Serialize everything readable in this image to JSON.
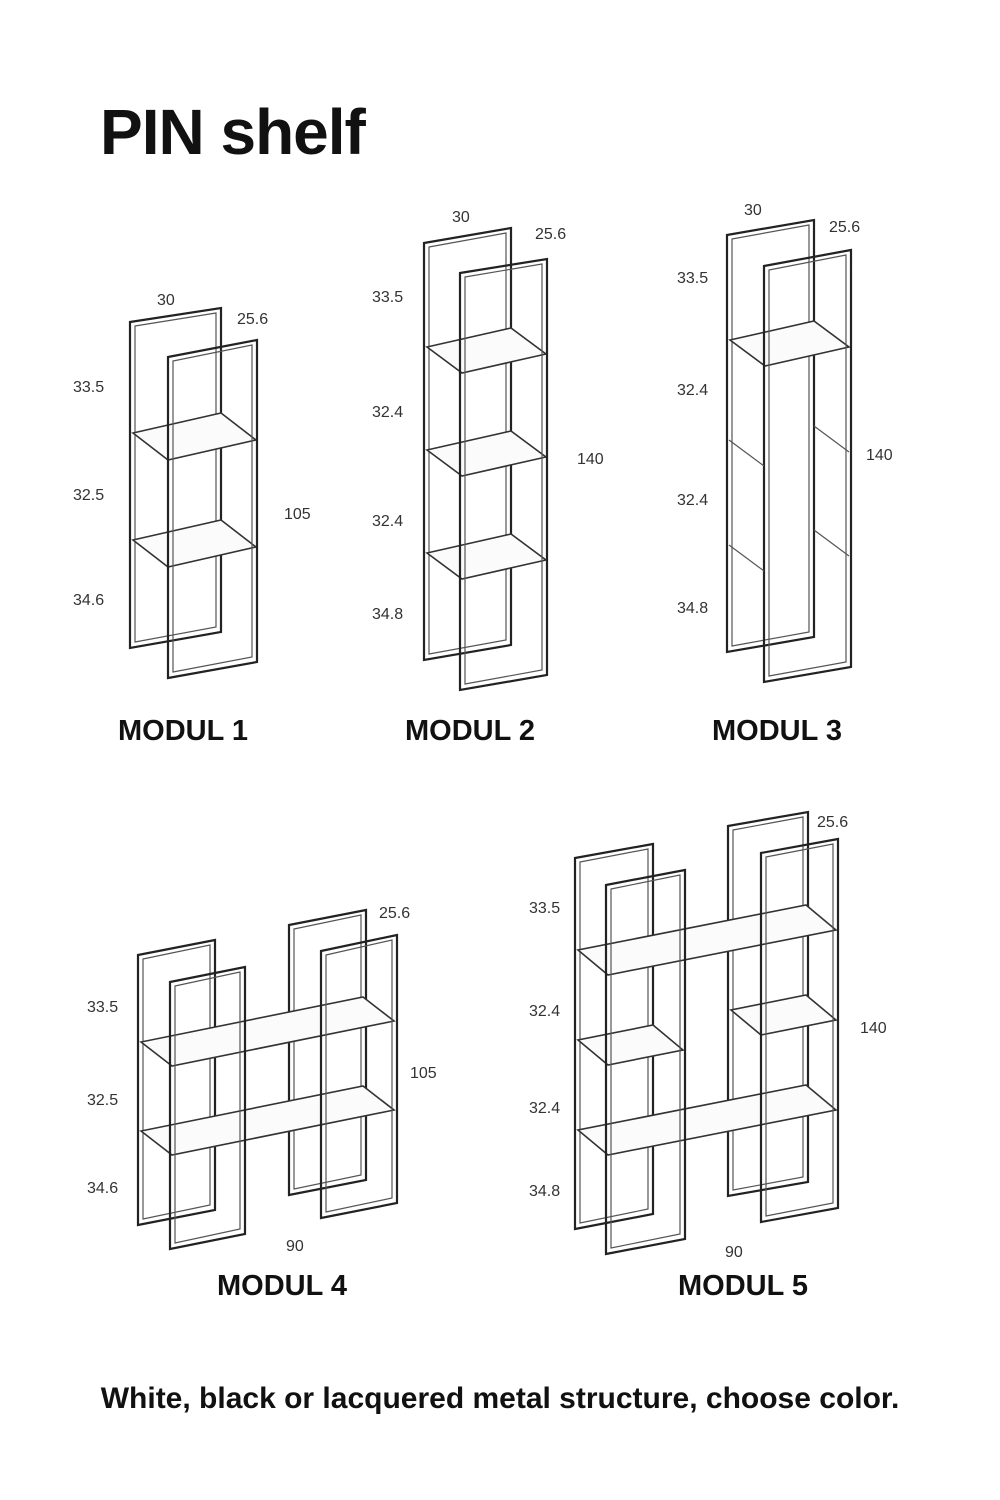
{
  "title": "PIN shelf",
  "footer": "White, black or lacquered metal structure, choose color.",
  "modules": [
    {
      "label": "MODUL 1",
      "dims": {
        "width_back": "30",
        "depth": "25.6",
        "height": "105",
        "sections": [
          "33.5",
          "32.5",
          "34.6"
        ]
      }
    },
    {
      "label": "MODUL 2",
      "dims": {
        "width_back": "30",
        "depth": "25.6",
        "height": "140",
        "sections": [
          "33.5",
          "32.4",
          "32.4",
          "34.8"
        ]
      }
    },
    {
      "label": "MODUL 3",
      "dims": {
        "width_back": "30",
        "depth": "25.6",
        "height": "140",
        "sections": [
          "33.5",
          "32.4",
          "32.4",
          "34.8"
        ]
      }
    },
    {
      "label": "MODUL 4",
      "dims": {
        "width": "90",
        "depth": "25.6",
        "height": "105",
        "sections": [
          "33.5",
          "32.5",
          "34.6"
        ]
      }
    },
    {
      "label": "MODUL 5",
      "dims": {
        "width": "90",
        "depth": "25.6",
        "height": "140",
        "sections": [
          "33.5",
          "32.4",
          "32.4",
          "34.8"
        ]
      }
    }
  ],
  "colors": {
    "line": "#222222",
    "shelf_fill": "#fbfbfb"
  }
}
